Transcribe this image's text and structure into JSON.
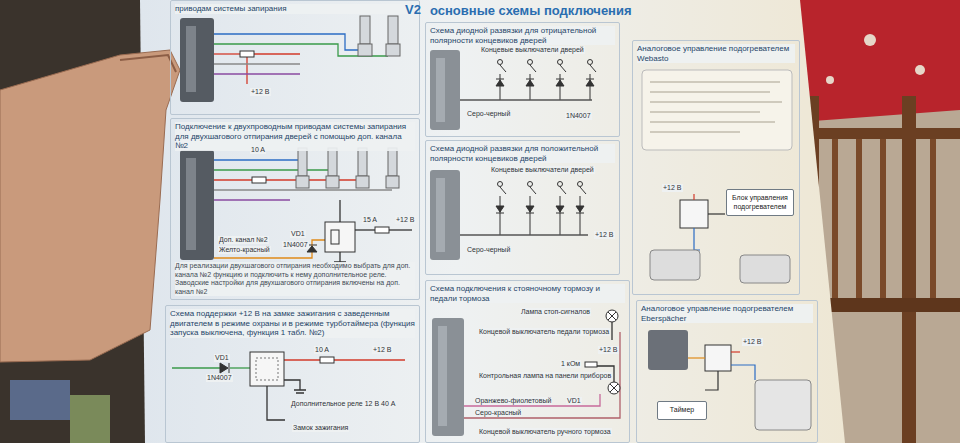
{
  "diagram": {
    "title": "основные схемы подключения",
    "nodes": [
      {
        "text": [
          "приводам системы запирания"
        ]
      },
      {
        "text": [
          "Подключение к двухпроводным приводам системы запирания для двухшагового отпирания дверей с помощью доп. канала №2",
          "Для реализации двухшагового отпирания необходимо выбрать для доп. канала №2 функцию и подключить к нему дополнительное реле. Заводские настройки для двухшагового отпирания включены на доп. канал №2"
        ]
      },
      {
        "text": [
          "Схема поддержки +12 В на замке зажигания с заведенным двигателем в режиме охраны и в режиме турботаймера (функция запуска выключена, функция 1 табл. №2)"
        ]
      },
      {
        "text": [
          "Схема диодной развязки для отрицательной полярности концевиков дверей"
        ]
      },
      {
        "text": [
          "Схема диодной развязки для положительной полярности концевиков дверей"
        ]
      },
      {
        "text": [
          "Схема подключения к стояночному тормозу и педали тормоза"
        ]
      },
      {
        "text": [
          "Аналоговое управление подогревателем Webasto"
        ]
      },
      {
        "text": [
          "Аналоговое управление подогревателем Eberspächer"
        ]
      },
      {
        "text": [
          "Таймер"
        ],
        "in": 7
      },
      {
        "text": [
          "Блок управления подогревателем"
        ],
        "in": 6
      }
    ],
    "labels": [
      "V2",
      "+12 В",
      "10 A",
      "Доп. канал №2",
      "Желто-красный",
      "VD1",
      "1N4007",
      "15 A",
      "+12 В",
      "10 A",
      "VD1",
      "1N4007",
      "Дополнительное реле 12 В 40 А",
      "+12 В",
      "Замок зажигания",
      "Концевые выключатели дверей",
      "Серо-черный",
      "1N4007",
      "Концевые выключатели дверей",
      "+12 В",
      "Серо-черный",
      "Лампа стоп-сигналов",
      "Концевой выключатель педали тормоза",
      "+12 В",
      "1 кОм",
      "Контрольная лампа на панели приборов",
      "Оранжево-фиолетовый",
      "Серо-красный",
      "VD1",
      "Концевой выключатель ручного тормоза",
      "+12 В",
      "+12 В"
    ]
  }
}
